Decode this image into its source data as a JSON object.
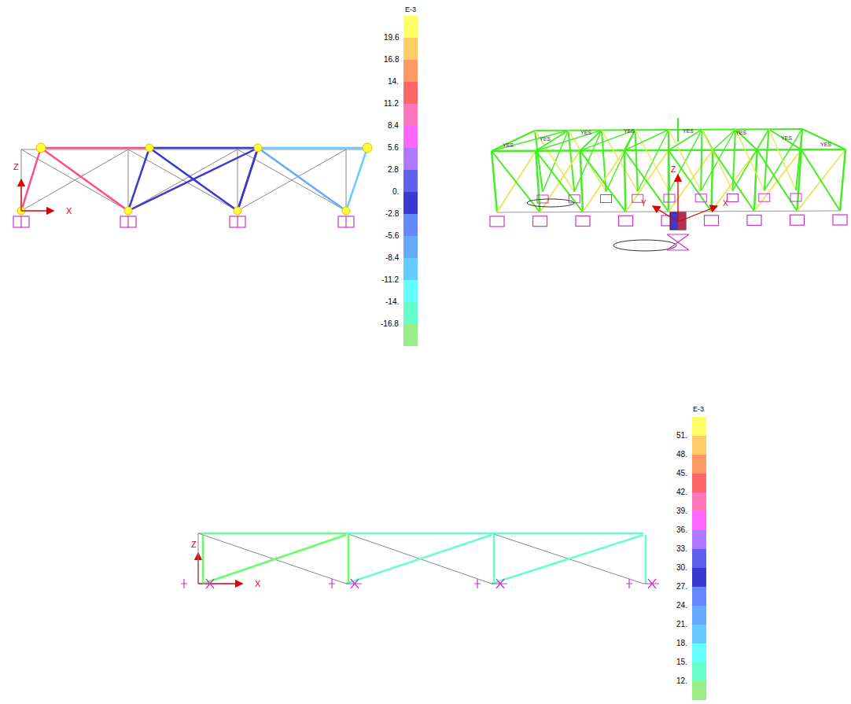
{
  "diagram": {
    "labels": [
      "Z",
      "X",
      "E-3",
      "Z",
      "Y",
      "X",
      "YES",
      "YES",
      "YES",
      "YES",
      "YES",
      "YES",
      "YES",
      "YES",
      "E-3",
      "Z",
      "X"
    ],
    "legend": [
      {
        "text": "19.6",
        "color": "#ffff66"
      },
      {
        "text": "16.8",
        "color": "#ffcc66"
      },
      {
        "text": "14.",
        "color": "#ff9966"
      },
      {
        "text": "11.2",
        "color": "#ff6666"
      },
      {
        "text": "8.4",
        "color": "#ff77bb"
      },
      {
        "text": "5.6",
        "color": "#ff66ff"
      },
      {
        "text": "2.8",
        "color": "#b077ff"
      },
      {
        "text": "0.",
        "color": "#6060ee"
      },
      {
        "text": "-2.8",
        "color": "#3a3ad0"
      },
      {
        "text": "-5.6",
        "color": "#6688ff"
      },
      {
        "text": "-8.4",
        "color": "#66aaff"
      },
      {
        "text": "-11.2",
        "color": "#66ccff"
      },
      {
        "text": "-14.",
        "color": "#66ffff"
      },
      {
        "text": "-16.8",
        "color": "#66ffcc"
      },
      {
        "text": "51.",
        "color": "#ffff66"
      },
      {
        "text": "48.",
        "color": "#ffcc66"
      },
      {
        "text": "45.",
        "color": "#ff9966"
      },
      {
        "text": "42.",
        "color": "#ff6666"
      },
      {
        "text": "39.",
        "color": "#ff77bb"
      },
      {
        "text": "36.",
        "color": "#ff66ff"
      },
      {
        "text": "33.",
        "color": "#b077ff"
      },
      {
        "text": "30.",
        "color": "#6060ee"
      },
      {
        "text": "27.",
        "color": "#3a3ad0"
      },
      {
        "text": "24.",
        "color": "#6688ff"
      },
      {
        "text": "21.",
        "color": "#66aaff"
      },
      {
        "text": "18.",
        "color": "#66ccff"
      },
      {
        "text": "15.",
        "color": "#66ffff"
      },
      {
        "text": "12.",
        "color": "#66ffcc"
      }
    ]
  }
}
